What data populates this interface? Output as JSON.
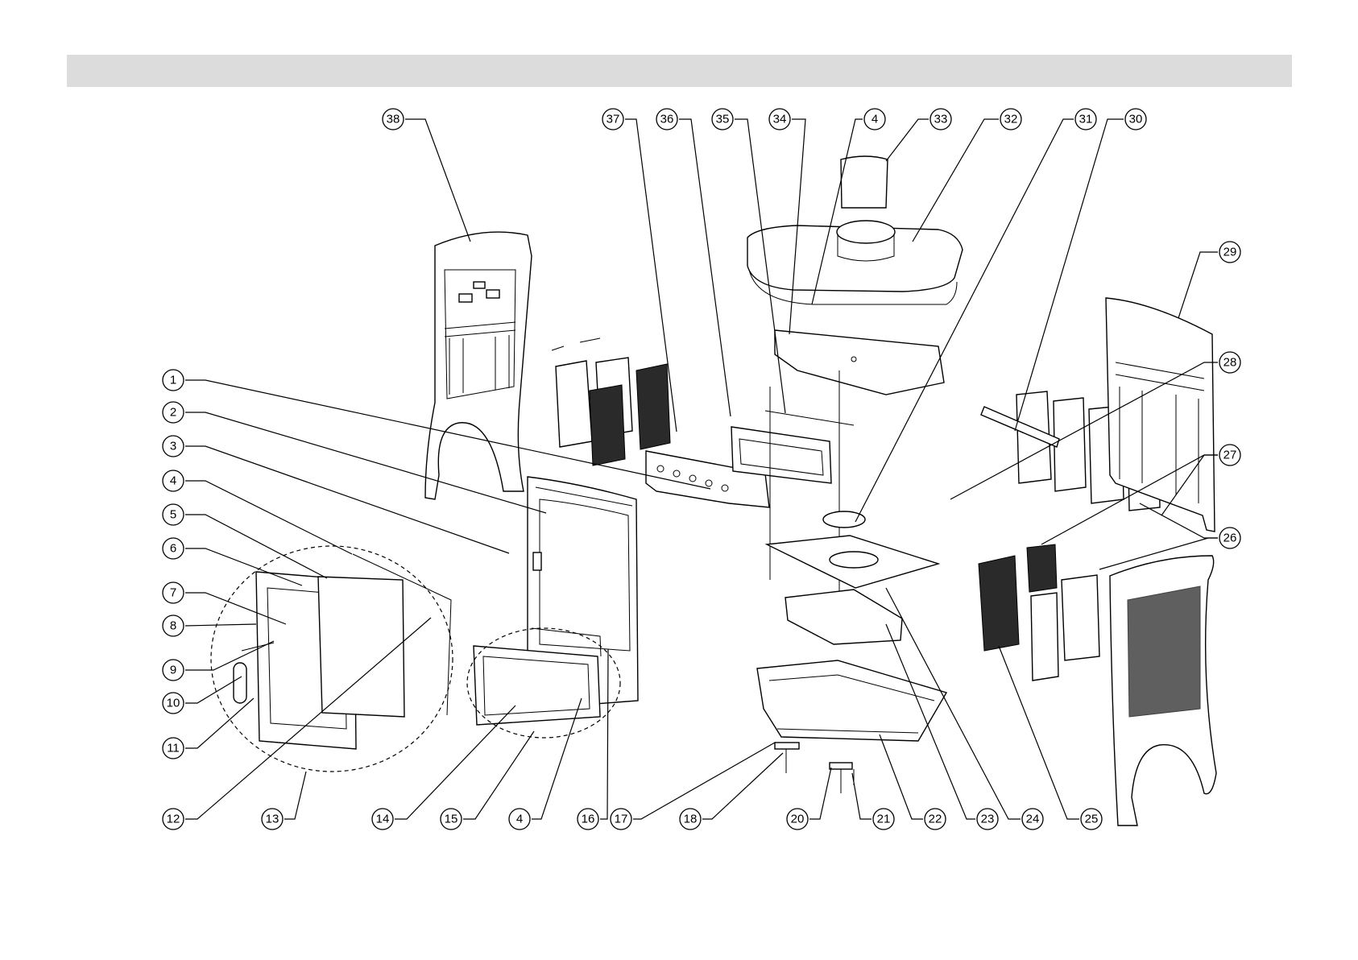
{
  "callouts": [
    {
      "id": "c1",
      "label": "1"
    },
    {
      "id": "c2",
      "label": "2"
    },
    {
      "id": "c3",
      "label": "3"
    },
    {
      "id": "c4a",
      "label": "4"
    },
    {
      "id": "c5",
      "label": "5"
    },
    {
      "id": "c6",
      "label": "6"
    },
    {
      "id": "c7",
      "label": "7"
    },
    {
      "id": "c8",
      "label": "8"
    },
    {
      "id": "c9",
      "label": "9"
    },
    {
      "id": "c10",
      "label": "10"
    },
    {
      "id": "c11",
      "label": "11"
    },
    {
      "id": "c12",
      "label": "12"
    },
    {
      "id": "c13",
      "label": "13"
    },
    {
      "id": "c14",
      "label": "14"
    },
    {
      "id": "c15",
      "label": "15"
    },
    {
      "id": "c4b",
      "label": "4"
    },
    {
      "id": "c16",
      "label": "16"
    },
    {
      "id": "c17",
      "label": "17"
    },
    {
      "id": "c18",
      "label": "18"
    },
    {
      "id": "c20",
      "label": "20"
    },
    {
      "id": "c21",
      "label": "21"
    },
    {
      "id": "c22",
      "label": "22"
    },
    {
      "id": "c23",
      "label": "23"
    },
    {
      "id": "c24",
      "label": "24"
    },
    {
      "id": "c25",
      "label": "25"
    },
    {
      "id": "c26",
      "label": "26"
    },
    {
      "id": "c27",
      "label": "27"
    },
    {
      "id": "c28",
      "label": "28"
    },
    {
      "id": "c29",
      "label": "29"
    },
    {
      "id": "c30",
      "label": "30"
    },
    {
      "id": "c31",
      "label": "31"
    },
    {
      "id": "c32",
      "label": "32"
    },
    {
      "id": "c33",
      "label": "33"
    },
    {
      "id": "c4c",
      "label": "4"
    },
    {
      "id": "c34",
      "label": "34"
    },
    {
      "id": "c35",
      "label": "35"
    },
    {
      "id": "c36",
      "label": "36"
    },
    {
      "id": "c37",
      "label": "37"
    },
    {
      "id": "c38",
      "label": "38"
    }
  ]
}
